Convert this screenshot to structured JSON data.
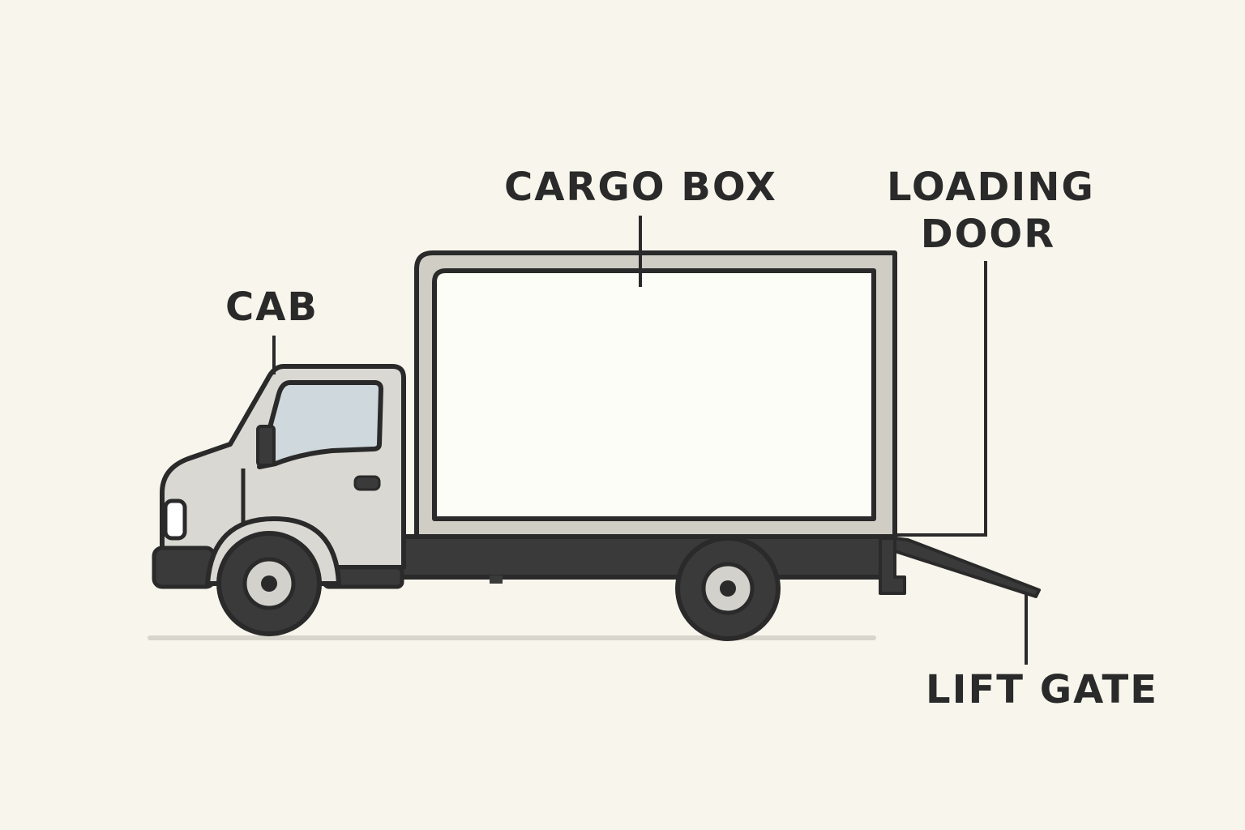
{
  "diagram": {
    "labels": {
      "cab": "CAB",
      "cargo_box": "CARGO BOX",
      "loading_door_line1": "LOADING",
      "loading_door_line2": "DOOR",
      "lift_gate": "LIFT GATE"
    },
    "colors": {
      "background": "#f8f6ec",
      "outline": "#2a2a2a",
      "body_gray": "#d9d8d3",
      "box_frame": "#cfcdc4",
      "box_panel": "#fdfdf7",
      "window": "#cfd8dc",
      "chassis": "#3a3a3a",
      "ground": "#d8d6cc"
    }
  }
}
